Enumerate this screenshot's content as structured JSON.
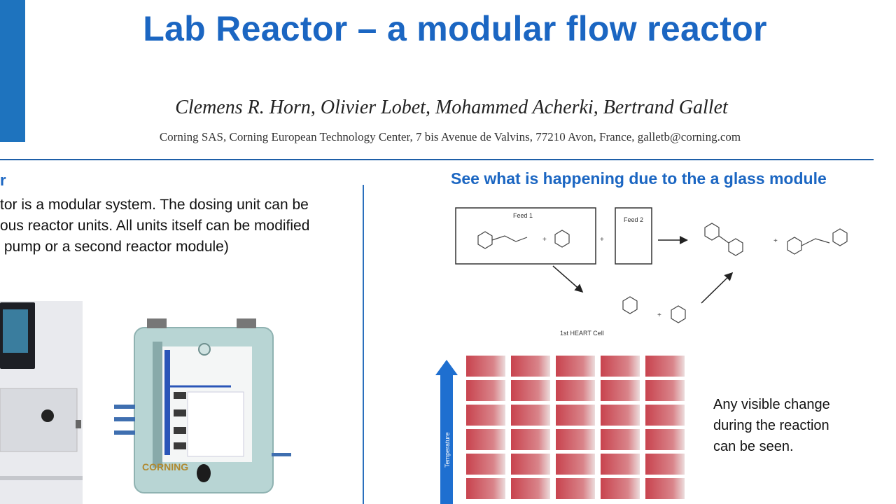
{
  "header": {
    "title": "Lab Reactor – a modular flow reactor",
    "authors": "Clemens R. Horn, Olivier Lobet, Mohammed Acherki, Bertrand Gallet",
    "affiliation": "Corning SAS, Corning European Technology  Center, 7 bis Avenue de Valvins, 77210 Avon, France, galletb@corning.com"
  },
  "left_section": {
    "heading_fragment": "r",
    "body_lines": [
      "tor is a modular system. The dosing unit can be",
      "ous reactor units. All units itself can be modified",
      " pump or a second reactor module)"
    ],
    "device_brand": "CORNING"
  },
  "right_section": {
    "heading": "See what is happening due to the a glass module",
    "scheme": {
      "feed1_label": "Feed\n1",
      "feed2_label": "Feed\n2",
      "cell_label": "1st HEART Cell"
    },
    "arrow_label": "Temperature",
    "caption_lines": [
      "Any visible change",
      "during the reaction",
      "can be seen."
    ]
  },
  "colors": {
    "accent": "#1b66c2",
    "rule": "#1e5fa8",
    "tile_red": "#c8434e"
  }
}
